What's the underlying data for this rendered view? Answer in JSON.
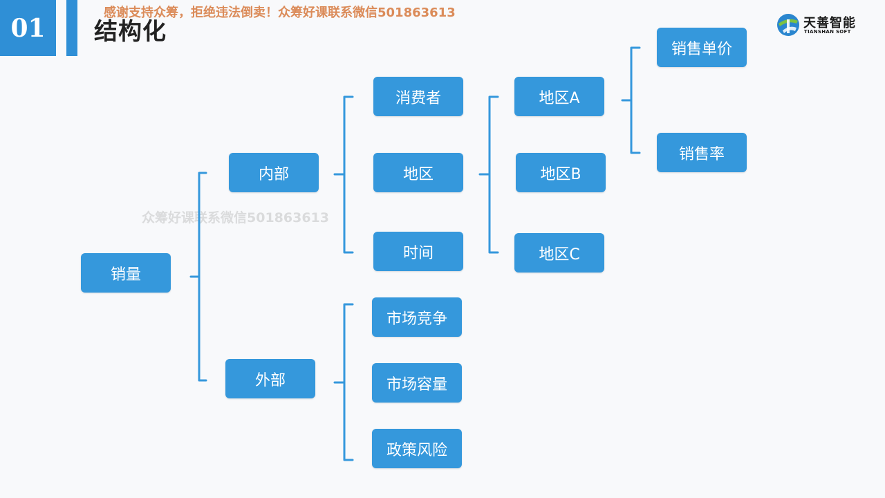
{
  "header": {
    "section_number": "01",
    "title": "结构化",
    "banner": "感谢支持众筹，拒绝违法倒卖！众筹好课联系微信501863613",
    "watermark": "众筹好课联系微信501863613"
  },
  "logo": {
    "name": "天善智能",
    "sub": "TIANSHAN SOFT"
  },
  "diagram": {
    "root": "销量",
    "level1": [
      "内部",
      "外部"
    ],
    "internal_children": [
      "消费者",
      "地区",
      "时间"
    ],
    "external_children": [
      "市场竞争",
      "市场容量",
      "政策风险"
    ],
    "region_children": [
      "地区A",
      "地区B",
      "地区C"
    ],
    "region_a_children": [
      "销售单价",
      "销售率"
    ]
  },
  "colors": {
    "node": "#3598dc",
    "connector": "#3598dc",
    "accent": "#2f8fd6"
  }
}
